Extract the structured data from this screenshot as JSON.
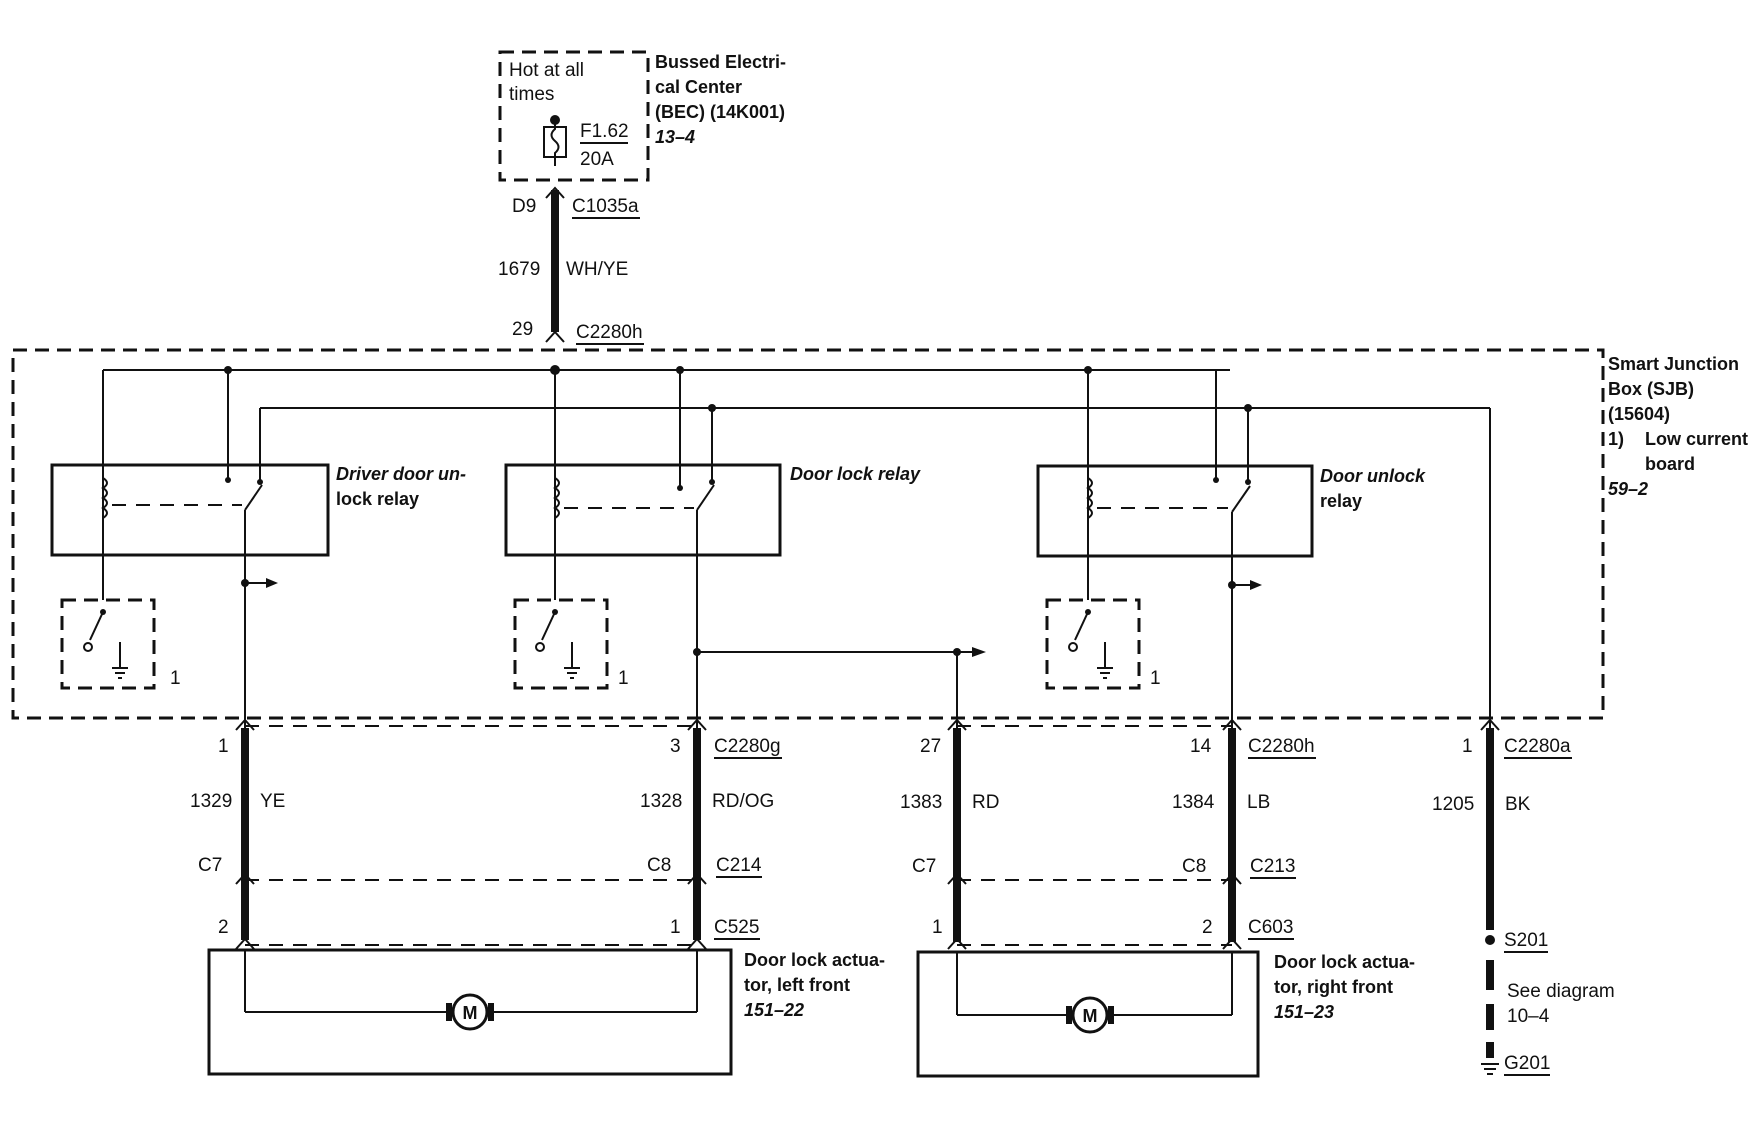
{
  "bec": {
    "hot_line1": "Hot at all",
    "hot_line2": "times",
    "fuse_id": "F1.62",
    "fuse_rating": "20A",
    "title1": "Bussed Electri-",
    "title2": "cal Center",
    "title3": "(BEC) (14K001)",
    "ref": "13–4"
  },
  "feed": {
    "pin_top": "D9",
    "conn_top": "C1035a",
    "circuit": "1679",
    "color": "WH/YE",
    "pin_bottom": "29",
    "conn_bottom": "C2280h"
  },
  "sjb": {
    "title1": "Smart Junction",
    "title2": "Box (SJB)",
    "title3": "(15604)",
    "note_num": "1)",
    "note1": "Low current",
    "note2": "board",
    "ref": "59–2",
    "board_note": "1"
  },
  "relays": [
    {
      "name1": "Driver door un-",
      "name2": "lock relay"
    },
    {
      "name1": "Door lock relay",
      "name2": ""
    },
    {
      "name1": "Door unlock",
      "name2": "relay"
    }
  ],
  "connectors": {
    "c2280g": "C2280g",
    "c2280h": "C2280h",
    "c2280a": "C2280a",
    "c214": "C214",
    "c525": "C525",
    "c213": "C213",
    "c603": "C603"
  },
  "circuits": {
    "yellow": {
      "pin_top": "1",
      "num": "1329",
      "color": "YE",
      "pin_mid": "C7",
      "pin_bottom": "2"
    },
    "red_orange": {
      "pin_top": "3",
      "num": "1328",
      "color": "RD/OG",
      "pin_mid": "C8",
      "pin_bottom": "1"
    },
    "red": {
      "pin_top": "27",
      "num": "1383",
      "color": "RD",
      "pin_mid": "C7",
      "pin_bottom": "1"
    },
    "light_blue": {
      "pin_top": "14",
      "num": "1384",
      "color": "LB",
      "pin_mid": "C8",
      "pin_bottom": "2"
    },
    "black": {
      "pin_top": "1",
      "num": "1205",
      "color": "BK"
    }
  },
  "actuators": [
    {
      "name1": "Door lock actua-",
      "name2": "tor, left front",
      "ref": "151–22",
      "motor": "M"
    },
    {
      "name1": "Door lock actua-",
      "name2": "tor, right front",
      "ref": "151–23",
      "motor": "M"
    }
  ],
  "ground": {
    "splice": "S201",
    "see1": "See diagram",
    "see2": "10–4",
    "ground_id": "G201"
  }
}
